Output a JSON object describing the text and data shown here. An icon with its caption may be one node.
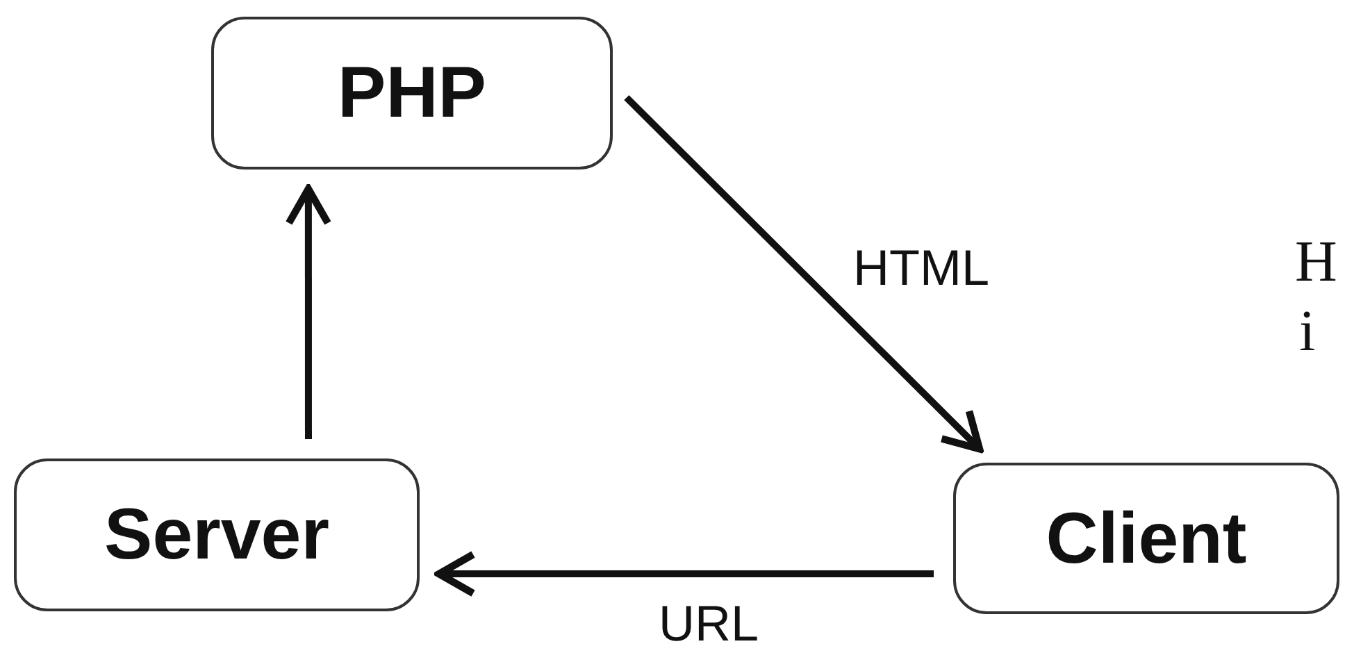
{
  "diagram": {
    "nodes": [
      {
        "text": [
          "PHP"
        ]
      },
      {
        "text": [
          "Server"
        ]
      },
      {
        "text": [
          "Client"
        ]
      }
    ],
    "edges": [
      {
        "from": 1,
        "to": 0,
        "arrow": "to"
      },
      {
        "from": 0,
        "to": 2,
        "arrow": "to",
        "label": "HTML"
      },
      {
        "from": 2,
        "to": 1,
        "arrow": "to",
        "label": "URL"
      }
    ],
    "labels": [
      "H",
      "i"
    ]
  }
}
